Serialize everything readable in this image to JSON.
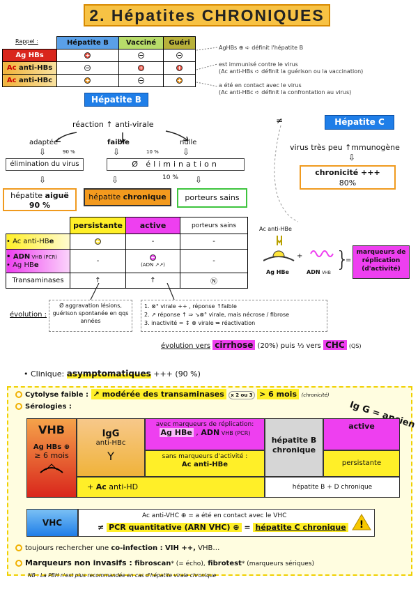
{
  "title": "2. Hépatites CHRONIQUES",
  "rappel": {
    "label": "Rappel :",
    "cols": [
      "Hépatite B",
      "Vacciné",
      "Guéri"
    ],
    "rows": [
      {
        "label": "Ag HBs",
        "vals": [
          "+",
          "−",
          "−"
        ]
      },
      {
        "label_pre": "Ac",
        "label_post": " anti-HBs",
        "vals": [
          "−",
          "+",
          "+"
        ]
      },
      {
        "label_pre": "Ac",
        "label_post": " anti-HBc",
        "vals": [
          "+",
          "−",
          "+"
        ]
      }
    ],
    "notes": [
      "AgHBs ⊕ ➪ définit l'hépatite B",
      "est immunisé contre le virus",
      "(Ac anti-HBs ➪ définit la guérison ou la vaccination)",
      "a été en contact avec le virus",
      "(Ac anti-HBc ➪ définit la confrontation au virus)"
    ]
  },
  "hepb": {
    "title": "Hépatite B",
    "reaction": "réaction ↑ anti-virale",
    "adaptee": "adaptée",
    "faible": "faible",
    "nulle": "nulle",
    "p90": "90 %",
    "p10a": "10 %",
    "p10b": "10 %",
    "elim": "élimination du virus",
    "noelim": "Ø élimination",
    "aigue_pre": "hépatite ",
    "aigue_b": "aiguë",
    "aigue_pct": "90 %",
    "chron_pre": "hépatite ",
    "chron_b": "chronique",
    "porteurs": "porteurs sains"
  },
  "hepc": {
    "neq": "≠",
    "title": "Hépatite C",
    "line": "virus très peu ↑mmunogène",
    "chron": "chronicité +++",
    "pct": "80%"
  },
  "table2": {
    "cols": [
      "persistante",
      "active",
      "porteurs sains"
    ],
    "r1_pre": "• Ac anti-HB",
    "r1_b": "e",
    "r2_a": "• ADN",
    "r2_b": " VHB (PCR)",
    "r2_c": "• Ag HB",
    "r2_d": "e",
    "adn": "(ADN ↗↗)",
    "r3": "Transaminases",
    "dash": "-",
    "up": "↑",
    "n": "Ⓝ"
  },
  "markers": {
    "ac": "Ac anti-HBe",
    "ag": "Ag HBe",
    "adn": "ADN",
    "vhb": "VHB",
    "plus": "+",
    "eq": "=",
    "label": "marqueurs de réplication (d'activité)"
  },
  "evolution": {
    "label": "évolution :",
    "box1": "Ø aggravation lésions, guérison spontanée en qqs années",
    "box2": [
      "1. ⊗° virale ++ , réponse ↑faible",
      "2. ↗ réponse ↑ ⇒ ↘⊗° virale, mais nécrose / fibrose",
      "3. inactivité = ↕ ⊗ virale ➥ réactivation"
    ],
    "line_a": "évolution vers",
    "cirrhose": "cirrhose",
    "line_b": "(20%) puis ⅓ vers",
    "chc": "CHC",
    "qs": "(QS)"
  },
  "clinique": {
    "label": "• Clinique:",
    "val": "asymptomatiques",
    "rest": "+++ (90 %)"
  },
  "cytolyse": {
    "label": "Cytolyse faible :",
    "val": "↗ modérée des transaminases",
    "x": "x 2 ou 3",
    "mois": "> 6 mois",
    "chron": "(chronicité)"
  },
  "serologies": "Sérologies :",
  "igg_ancien": "Ig G = ancien",
  "vhb_box": {
    "vhb": "VHB",
    "aghbs": "Ag HBs ⊕",
    "mois": "≥ 6 mois",
    "igg": "IgG",
    "anti": "anti-HBc",
    "avec": "avec marqueurs de réplication:",
    "agHBe": "Ag HBe",
    "sep": " , ",
    "adn": "ADN",
    "vhbpcr": " VHB (PCR)",
    "sans": "sans marqueurs d'activité :",
    "acHBe": "Ac anti-HBe",
    "chron": "hépatite B chronique",
    "active": "active",
    "persist": "persistante",
    "acHD_pre": "+ ",
    "acHD": "Ac",
    "acHD_post": " anti-HD",
    "bd": "hépatite B + D chronique"
  },
  "vhc_box": {
    "vhc": "VHC",
    "line1": "Ac anti-VHC ⊕ = a été en contact avec le VHC",
    "neq": "≠",
    "pcr": "PCR quantitative (ARN VHC) ⊕",
    "eq": "=",
    "hcc": "hépatite C chronique",
    "warn": "!"
  },
  "coinf": {
    "pre": "toujours rechercher une ",
    "b": "co-infection : VIH ++,",
    "post": " VHB…"
  },
  "marqueurs_ni": {
    "label": "Marqueurs non invasifs :",
    "f1": "fibroscan",
    "f1p": "* (= écho),",
    "f2": "fibrotest",
    "f2p": "* (marqueurs sériques)"
  },
  "nb": "NB : La PBH n'est plus recommandée en cas d'hépatite virale chronique",
  "colors": {
    "orange": "#f09a1e",
    "blue": "#1f7ee8",
    "magenta": "#ee3ff0",
    "yellow": "#ffef28",
    "red": "#d9261c",
    "green": "#3dc43d"
  }
}
